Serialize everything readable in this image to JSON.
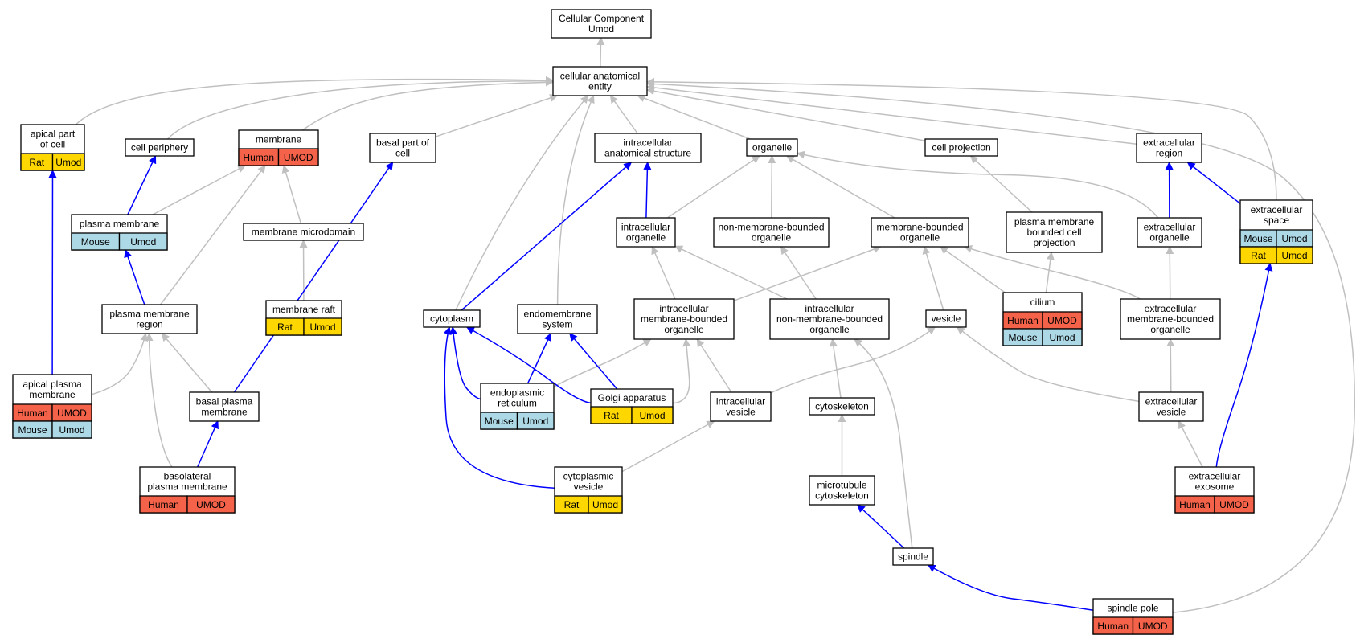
{
  "colors": {
    "human": "#f46249",
    "mouse": "#add8e6",
    "rat": "#ffd700",
    "edge_is_a": "#c0c0c0",
    "edge_part_of": "#0000ff"
  },
  "nodes": {
    "root": {
      "label": [
        "Cellular Component",
        "Umod"
      ],
      "badges": []
    },
    "cae": {
      "label": [
        "cellular anatomical",
        "entity"
      ],
      "badges": []
    },
    "apical_part": {
      "label": [
        "apical part",
        "of cell"
      ],
      "badges": [
        [
          "rat",
          "Rat"
        ],
        [
          "rat",
          "Umod"
        ]
      ]
    },
    "cell_periphery": {
      "label": [
        "cell periphery"
      ],
      "badges": []
    },
    "membrane": {
      "label": [
        "membrane"
      ],
      "badges": [
        [
          "human",
          "Human"
        ],
        [
          "human",
          "UMOD"
        ]
      ]
    },
    "basal_part": {
      "label": [
        "basal part of",
        "cell"
      ],
      "badges": []
    },
    "ias": {
      "label": [
        "intracellular",
        "anatomical structure"
      ],
      "badges": []
    },
    "organelle": {
      "label": [
        "organelle"
      ],
      "badges": []
    },
    "cell_projection": {
      "label": [
        "cell projection"
      ],
      "badges": []
    },
    "extracellular_region": {
      "label": [
        "extracellular",
        "region"
      ],
      "badges": []
    },
    "plasma_membrane": {
      "label": [
        "plasma membrane"
      ],
      "badges": [
        [
          "mouse",
          "Mouse"
        ],
        [
          "mouse",
          "Umod"
        ]
      ]
    },
    "membrane_microdomain": {
      "label": [
        "membrane microdomain"
      ],
      "badges": []
    },
    "intracellular_organelle": {
      "label": [
        "intracellular",
        "organelle"
      ],
      "badges": []
    },
    "nmbo": {
      "label": [
        "non-membrane-bounded",
        "organelle"
      ],
      "badges": []
    },
    "mbo": {
      "label": [
        "membrane-bounded",
        "organelle"
      ],
      "badges": []
    },
    "pmbcp": {
      "label": [
        "plasma membrane",
        "bounded cell",
        "projection"
      ],
      "badges": []
    },
    "extracellular_organelle": {
      "label": [
        "extracellular",
        "organelle"
      ],
      "badges": []
    },
    "extracellular_space": {
      "label": [
        "extracellular",
        "space"
      ],
      "badges": [
        [
          "mouse",
          "Mouse"
        ],
        [
          "mouse",
          "Umod"
        ],
        [
          "rat",
          "Rat"
        ],
        [
          "rat",
          "Umod"
        ]
      ]
    },
    "pm_region": {
      "label": [
        "plasma membrane",
        "region"
      ],
      "badges": []
    },
    "membrane_raft": {
      "label": [
        "membrane raft"
      ],
      "badges": [
        [
          "rat",
          "Rat"
        ],
        [
          "rat",
          "Umod"
        ]
      ]
    },
    "cytoplasm": {
      "label": [
        "cytoplasm"
      ],
      "badges": []
    },
    "endomembrane": {
      "label": [
        "endomembrane",
        "system"
      ],
      "badges": []
    },
    "imbo": {
      "label": [
        "intracellular",
        "membrane-bounded",
        "organelle"
      ],
      "badges": []
    },
    "inmbo": {
      "label": [
        "intracellular",
        "non-membrane-bounded",
        "organelle"
      ],
      "badges": []
    },
    "vesicle": {
      "label": [
        "vesicle"
      ],
      "badges": []
    },
    "cilium": {
      "label": [
        "cilium"
      ],
      "badges": [
        [
          "human",
          "Human"
        ],
        [
          "human",
          "UMOD"
        ],
        [
          "mouse",
          "Mouse"
        ],
        [
          "mouse",
          "Umod"
        ]
      ]
    },
    "embo": {
      "label": [
        "extracellular",
        "membrane-bounded",
        "organelle"
      ],
      "badges": []
    },
    "apical_pm": {
      "label": [
        "apical plasma",
        "membrane"
      ],
      "badges": [
        [
          "human",
          "Human"
        ],
        [
          "human",
          "UMOD"
        ],
        [
          "mouse",
          "Mouse"
        ],
        [
          "mouse",
          "Umod"
        ]
      ]
    },
    "basal_pm": {
      "label": [
        "basal plasma",
        "membrane"
      ],
      "badges": []
    },
    "er": {
      "label": [
        "endoplasmic",
        "reticulum"
      ],
      "badges": [
        [
          "mouse",
          "Mouse"
        ],
        [
          "mouse",
          "Umod"
        ]
      ]
    },
    "golgi": {
      "label": [
        "Golgi apparatus"
      ],
      "badges": [
        [
          "rat",
          "Rat"
        ],
        [
          "rat",
          "Umod"
        ]
      ]
    },
    "iv": {
      "label": [
        "intracellular",
        "vesicle"
      ],
      "badges": []
    },
    "cytoskeleton": {
      "label": [
        "cytoskeleton"
      ],
      "badges": []
    },
    "ev": {
      "label": [
        "extracellular",
        "vesicle"
      ],
      "badges": []
    },
    "blpm": {
      "label": [
        "basolateral",
        "plasma membrane"
      ],
      "badges": [
        [
          "human",
          "Human"
        ],
        [
          "human",
          "UMOD"
        ]
      ]
    },
    "cv": {
      "label": [
        "cytoplasmic",
        "vesicle"
      ],
      "badges": [
        [
          "rat",
          "Rat"
        ],
        [
          "rat",
          "Umod"
        ]
      ]
    },
    "mtc": {
      "label": [
        "microtubule",
        "cytoskeleton"
      ],
      "badges": []
    },
    "exosome": {
      "label": [
        "extracellular",
        "exosome"
      ],
      "badges": [
        [
          "human",
          "Human"
        ],
        [
          "human",
          "UMOD"
        ]
      ]
    },
    "spindle": {
      "label": [
        "spindle"
      ],
      "badges": []
    },
    "spindle_pole": {
      "label": [
        "spindle pole"
      ],
      "badges": [
        [
          "human",
          "Human"
        ],
        [
          "human",
          "UMOD"
        ]
      ]
    }
  },
  "edges": [
    [
      "cae",
      "root",
      "is_a"
    ],
    [
      "apical_part",
      "cae",
      "is_a"
    ],
    [
      "cell_periphery",
      "cae",
      "is_a"
    ],
    [
      "membrane",
      "cae",
      "is_a"
    ],
    [
      "basal_part",
      "cae",
      "is_a"
    ],
    [
      "ias",
      "cae",
      "is_a"
    ],
    [
      "organelle",
      "cae",
      "is_a"
    ],
    [
      "cell_projection",
      "cae",
      "is_a"
    ],
    [
      "extracellular_region",
      "cae",
      "is_a"
    ],
    [
      "extracellular_space",
      "cae",
      "is_a"
    ],
    [
      "cytoplasm",
      "cae",
      "is_a"
    ],
    [
      "endomembrane",
      "cae",
      "is_a"
    ],
    [
      "spindle_pole",
      "cae",
      "is_a"
    ],
    [
      "plasma_membrane",
      "cell_periphery",
      "part_of"
    ],
    [
      "plasma_membrane",
      "membrane",
      "is_a"
    ],
    [
      "membrane_microdomain",
      "membrane",
      "is_a"
    ],
    [
      "pm_region",
      "plasma_membrane",
      "part_of"
    ],
    [
      "pm_region",
      "membrane",
      "is_a"
    ],
    [
      "membrane_raft",
      "membrane_microdomain",
      "is_a"
    ],
    [
      "apical_pm",
      "apical_part",
      "part_of"
    ],
    [
      "apical_pm",
      "pm_region",
      "is_a"
    ],
    [
      "basal_pm",
      "pm_region",
      "is_a"
    ],
    [
      "basal_pm",
      "basal_part",
      "part_of"
    ],
    [
      "blpm",
      "pm_region",
      "is_a"
    ],
    [
      "blpm",
      "basal_pm",
      "part_of"
    ],
    [
      "intracellular_organelle",
      "ias",
      "part_of"
    ],
    [
      "intracellular_organelle",
      "organelle",
      "is_a"
    ],
    [
      "cytoplasm",
      "ias",
      "part_of"
    ],
    [
      "nmbo",
      "organelle",
      "is_a"
    ],
    [
      "mbo",
      "organelle",
      "is_a"
    ],
    [
      "extracellular_organelle",
      "organelle",
      "is_a"
    ],
    [
      "extracellular_organelle",
      "extracellular_region",
      "part_of"
    ],
    [
      "extracellular_space",
      "extracellular_region",
      "part_of"
    ],
    [
      "pmbcp",
      "cell_projection",
      "is_a"
    ],
    [
      "imbo",
      "intracellular_organelle",
      "is_a"
    ],
    [
      "imbo",
      "mbo",
      "is_a"
    ],
    [
      "inmbo",
      "intracellular_organelle",
      "is_a"
    ],
    [
      "inmbo",
      "nmbo",
      "is_a"
    ],
    [
      "vesicle",
      "mbo",
      "is_a"
    ],
    [
      "cilium",
      "mbo",
      "is_a"
    ],
    [
      "cilium",
      "pmbcp",
      "is_a"
    ],
    [
      "embo",
      "mbo",
      "is_a"
    ],
    [
      "embo",
      "extracellular_organelle",
      "is_a"
    ],
    [
      "er",
      "imbo",
      "is_a"
    ],
    [
      "er",
      "cytoplasm",
      "part_of"
    ],
    [
      "er",
      "endomembrane",
      "part_of"
    ],
    [
      "golgi",
      "imbo",
      "is_a"
    ],
    [
      "golgi",
      "cytoplasm",
      "part_of"
    ],
    [
      "golgi",
      "endomembrane",
      "part_of"
    ],
    [
      "iv",
      "imbo",
      "is_a"
    ],
    [
      "iv",
      "vesicle",
      "is_a"
    ],
    [
      "cytoskeleton",
      "inmbo",
      "is_a"
    ],
    [
      "ev",
      "vesicle",
      "is_a"
    ],
    [
      "ev",
      "embo",
      "is_a"
    ],
    [
      "cv",
      "iv",
      "is_a"
    ],
    [
      "cv",
      "cytoplasm",
      "part_of"
    ],
    [
      "mtc",
      "cytoskeleton",
      "is_a"
    ],
    [
      "spindle",
      "mtc",
      "part_of"
    ],
    [
      "spindle",
      "inmbo",
      "is_a"
    ],
    [
      "exosome",
      "ev",
      "is_a"
    ],
    [
      "exosome",
      "extracellular_space",
      "part_of"
    ],
    [
      "spindle_pole",
      "spindle",
      "part_of"
    ]
  ]
}
